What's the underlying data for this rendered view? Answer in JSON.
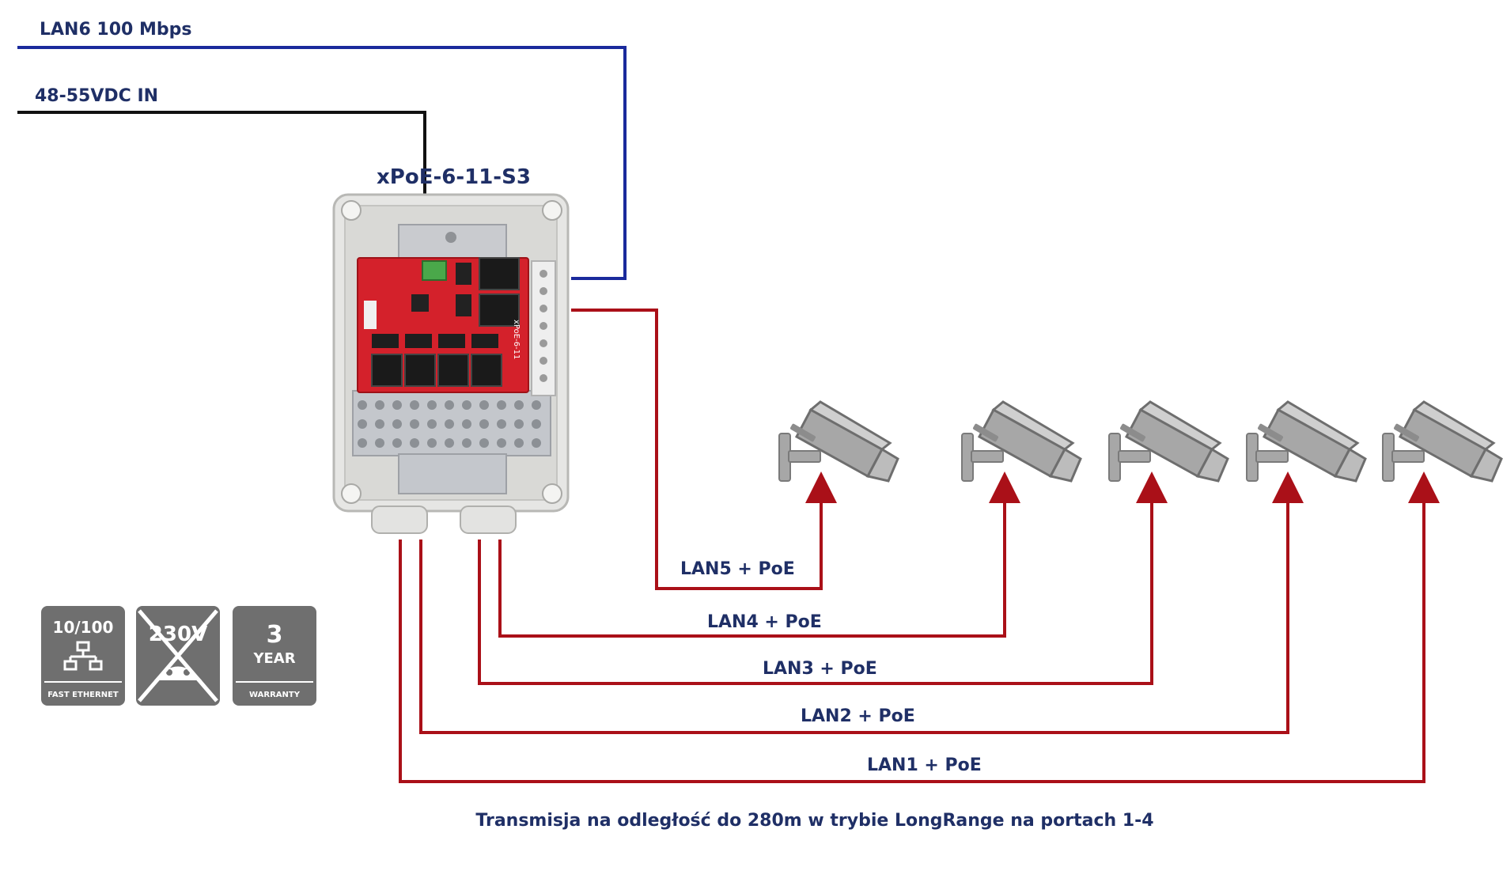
{
  "device": {
    "model": "xPoE-6-11-S3",
    "board_text": "xPoE-6-11"
  },
  "inputs": {
    "lan6": "LAN6 100 Mbps",
    "power": "48-55VDC IN"
  },
  "ports": [
    {
      "label": "LAN5 + PoE"
    },
    {
      "label": "LAN4 + PoE"
    },
    {
      "label": "LAN3 + PoE"
    },
    {
      "label": "LAN2 + PoE"
    },
    {
      "label": "LAN1 + PoE"
    }
  ],
  "badges": {
    "speed": {
      "top": "10/100",
      "bottom": "FAST ETHERNET",
      "icon": "network-icon"
    },
    "no230": {
      "text": "230V",
      "icon": "no-230v-icon"
    },
    "warranty": {
      "top": "3",
      "middle": "YEAR",
      "bottom": "WARRANTY"
    }
  },
  "caption": "Transmisja na odległość do 280m w trybie LongRange na portach 1-4",
  "colors": {
    "blue_line": "#1a2a9c",
    "red_line": "#aa1018",
    "black_line": "#111111",
    "text": "#1f2f66",
    "badge": "#6f6f6f",
    "pcb": "#d4212b",
    "camera": "#a7a7a7"
  }
}
